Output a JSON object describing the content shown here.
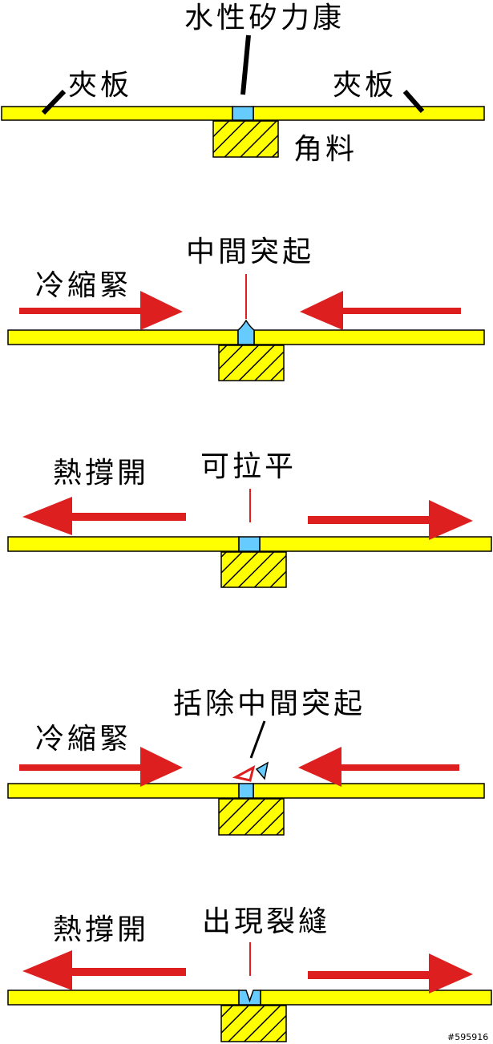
{
  "colors": {
    "plate": "#ffff00",
    "outline": "#000000",
    "joint": "#66ccff",
    "arrow": "#dd1f1f",
    "block_hatch": "#000000",
    "background": "#ffffff"
  },
  "panel1": {
    "top_label": "水性矽力康",
    "left_label": "夾板",
    "right_label": "夾板",
    "block_label": "角料"
  },
  "panel2": {
    "side_label": "冷縮緊",
    "top_label": "中間突起"
  },
  "panel3": {
    "side_label": "熱撐開",
    "top_label": "可拉平"
  },
  "panel4": {
    "side_label": "冷縮緊",
    "top_label": "括除中間突起"
  },
  "panel5": {
    "side_label": "熱撐開",
    "top_label": "出現裂縫"
  },
  "watermark": "#595916"
}
